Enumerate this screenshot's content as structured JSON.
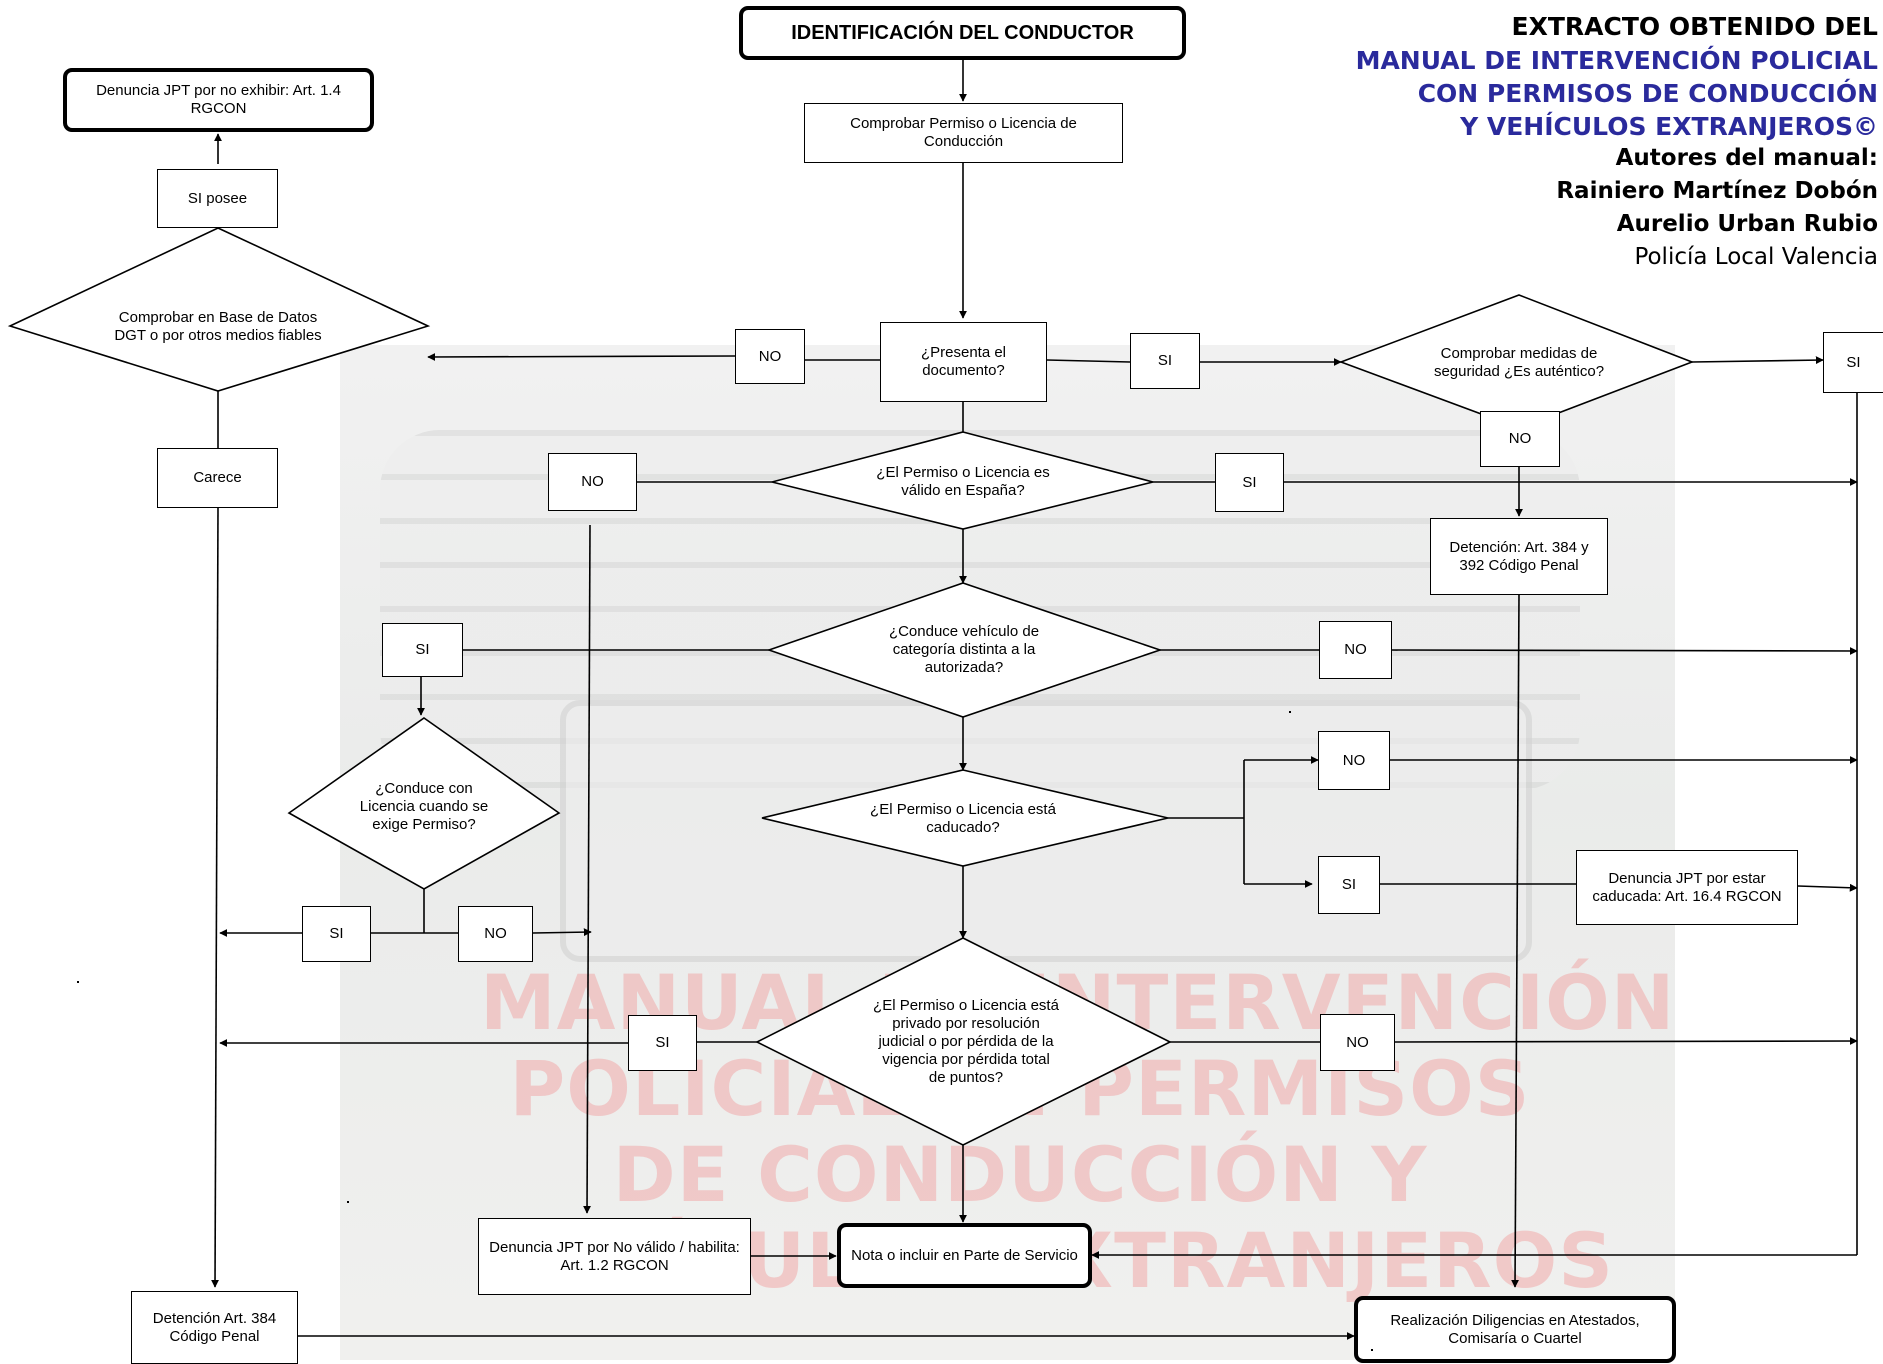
{
  "credits": {
    "line1": "EXTRACTO OBTENIDO DEL",
    "line2": "MANUAL DE INTERVENCIÓN POLICIAL",
    "line3": "CON PERMISOS DE CONDUCCIÓN",
    "line4": "Y VEHÍCULOS EXTRANJEROS©",
    "line5": "Autores del manual:",
    "line6": "Rainiero Martínez Dobón",
    "line7": "Aurelio Urban Rubio",
    "line8": "Policía Local Valencia"
  },
  "watermark": {
    "lines": [
      "MANUAL DE INTERVENCIÓN",
      "POLICIAL EN PERMISOS",
      "DE CONDUCCIÓN Y",
      "VEHÍCULOS EXTRANJEROS"
    ]
  },
  "nodes": {
    "start": "IDENTIFICACIÓN DEL CONDUCTOR",
    "check_permit": "Comprobar Permiso o Licencia de Conducción",
    "presents_doc": "¿Presenta el documento?",
    "check_db": "Comprobar en Base de Datos DGT o por otros medios fiables",
    "si_posee": "SI posee",
    "carece": "Carece",
    "fine_no_show": "Denuncia JPT por no exhibir: Art. 1.4 RGCON",
    "check_security": "Comprobar medidas de seguridad ¿Es auténtico?",
    "arrest_384_392": "Detención: Art. 384 y 392 Código Penal",
    "valid_spain": "¿El Permiso o Licencia es válido en España?",
    "other_category": "¿Conduce vehículo de categoría distinta a la autorizada?",
    "license_when_permit": "¿Conduce con Licencia cuando se exige Permiso?",
    "expired": "¿El Permiso o Licencia está caducado?",
    "fine_expired": "Denuncia JPT por estar caducada: Art. 16.4 RGCON",
    "deprived": "¿El Permiso o Licencia está privado por resolución judicial o por pérdida de la vigencia por pérdida  total de puntos?",
    "fine_not_valid": "Denuncia JPT por No válido / habilita: Art. 1.2 RGCON",
    "note": "Nota o incluir en Parte de Servicio",
    "arrest_384": "Detención Art. 384 Código Penal",
    "diligencias": "Realización Diligencias en Atestados, Comisaría o Cuartel"
  },
  "labels": {
    "no": "NO",
    "si": "SI"
  }
}
